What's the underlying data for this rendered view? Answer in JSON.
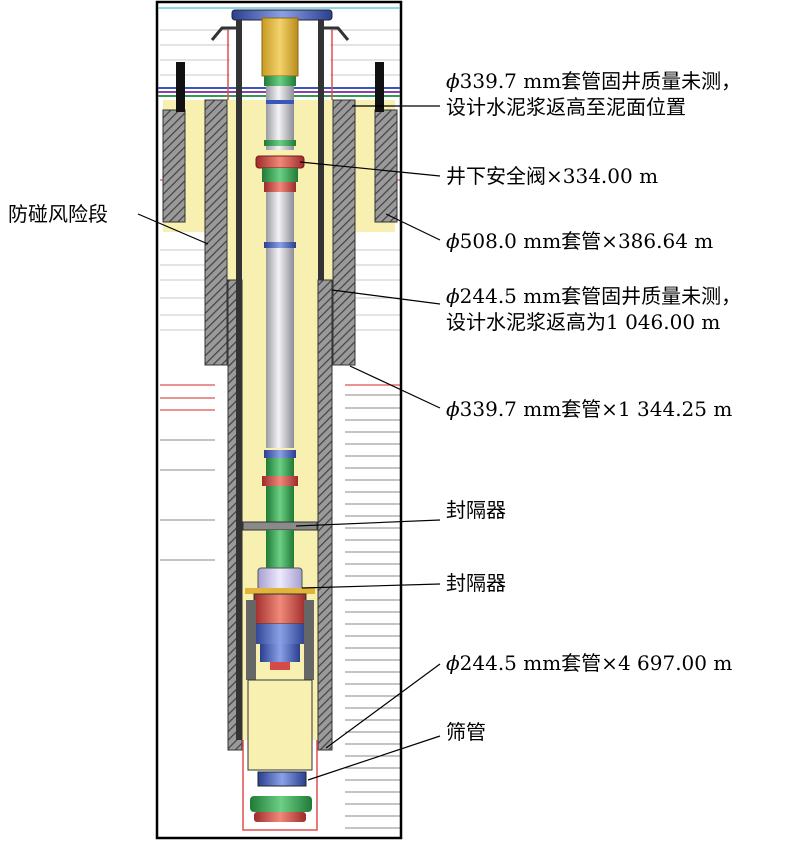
{
  "labels": {
    "anti_collision": "防碰风险段",
    "casing_339_cement": {
      "phi": "ϕ",
      "line1": "339.7 mm套管固井质量未测，",
      "line2": "设计水泥浆返高至泥面位置"
    },
    "safety_valve": "井下安全阀×334.00 m",
    "casing_508": {
      "phi": "ϕ",
      "text": "508.0 mm套管×386.64 m"
    },
    "casing_244_cement": {
      "phi": "ϕ",
      "line1": "244.5 mm套管固井质量未测，",
      "line2": "设计水泥浆返高为1 046.00 m"
    },
    "casing_339_depth": {
      "phi": "ϕ",
      "text": "339.7 mm套管×1 344.25 m"
    },
    "packer_1": "封隔器",
    "packer_2": "封隔器",
    "casing_244_depth": {
      "phi": "ϕ",
      "text": "244.5 mm套管×4 697.00 m"
    },
    "screen": "筛管"
  },
  "colors": {
    "background": "#ffffff",
    "cement": "#f7f0b0",
    "casing_hatch": "#555555",
    "tubing": "#d7d7dd",
    "green_band": "#2e9e4a",
    "blue_band": "#3a56b8",
    "red_band": "#d24a4a",
    "lavender": "#c9c3e6",
    "gold": "#e2b43a",
    "formation_red": "#e05050",
    "formation_gray": "#bbbbbb"
  }
}
